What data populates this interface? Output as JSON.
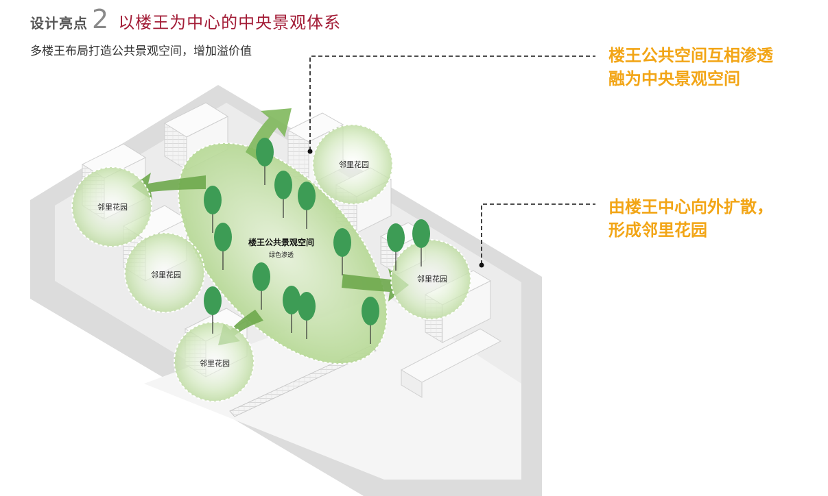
{
  "header": {
    "label": "设计亮点",
    "number": "2",
    "title": "以楼王为中心的中央景观体系"
  },
  "subtitle": "多楼王布局打造公共景观空间，增加溢价值",
  "callouts": {
    "top": {
      "line1": "楼王公共空间互相渗透",
      "line2": "融为中央景观空间"
    },
    "right": {
      "line1": "由楼王中心向外扩散，",
      "line2": "形成邻里花园"
    }
  },
  "central_space": {
    "label": "楼王公共景观空间",
    "sublabel": "绿色渗透"
  },
  "gardens": [
    {
      "label": "邻里花园"
    },
    {
      "label": "邻里花园"
    },
    {
      "label": "邻里花园"
    },
    {
      "label": "邻里花园"
    },
    {
      "label": "邻里花园"
    }
  ],
  "colors": {
    "title_red": "#a31d37",
    "callout_orange": "#f2a516",
    "green_light": "#cfe6b8",
    "tree_green": "#3a9a52",
    "arrow_green": "#7cb35a"
  }
}
